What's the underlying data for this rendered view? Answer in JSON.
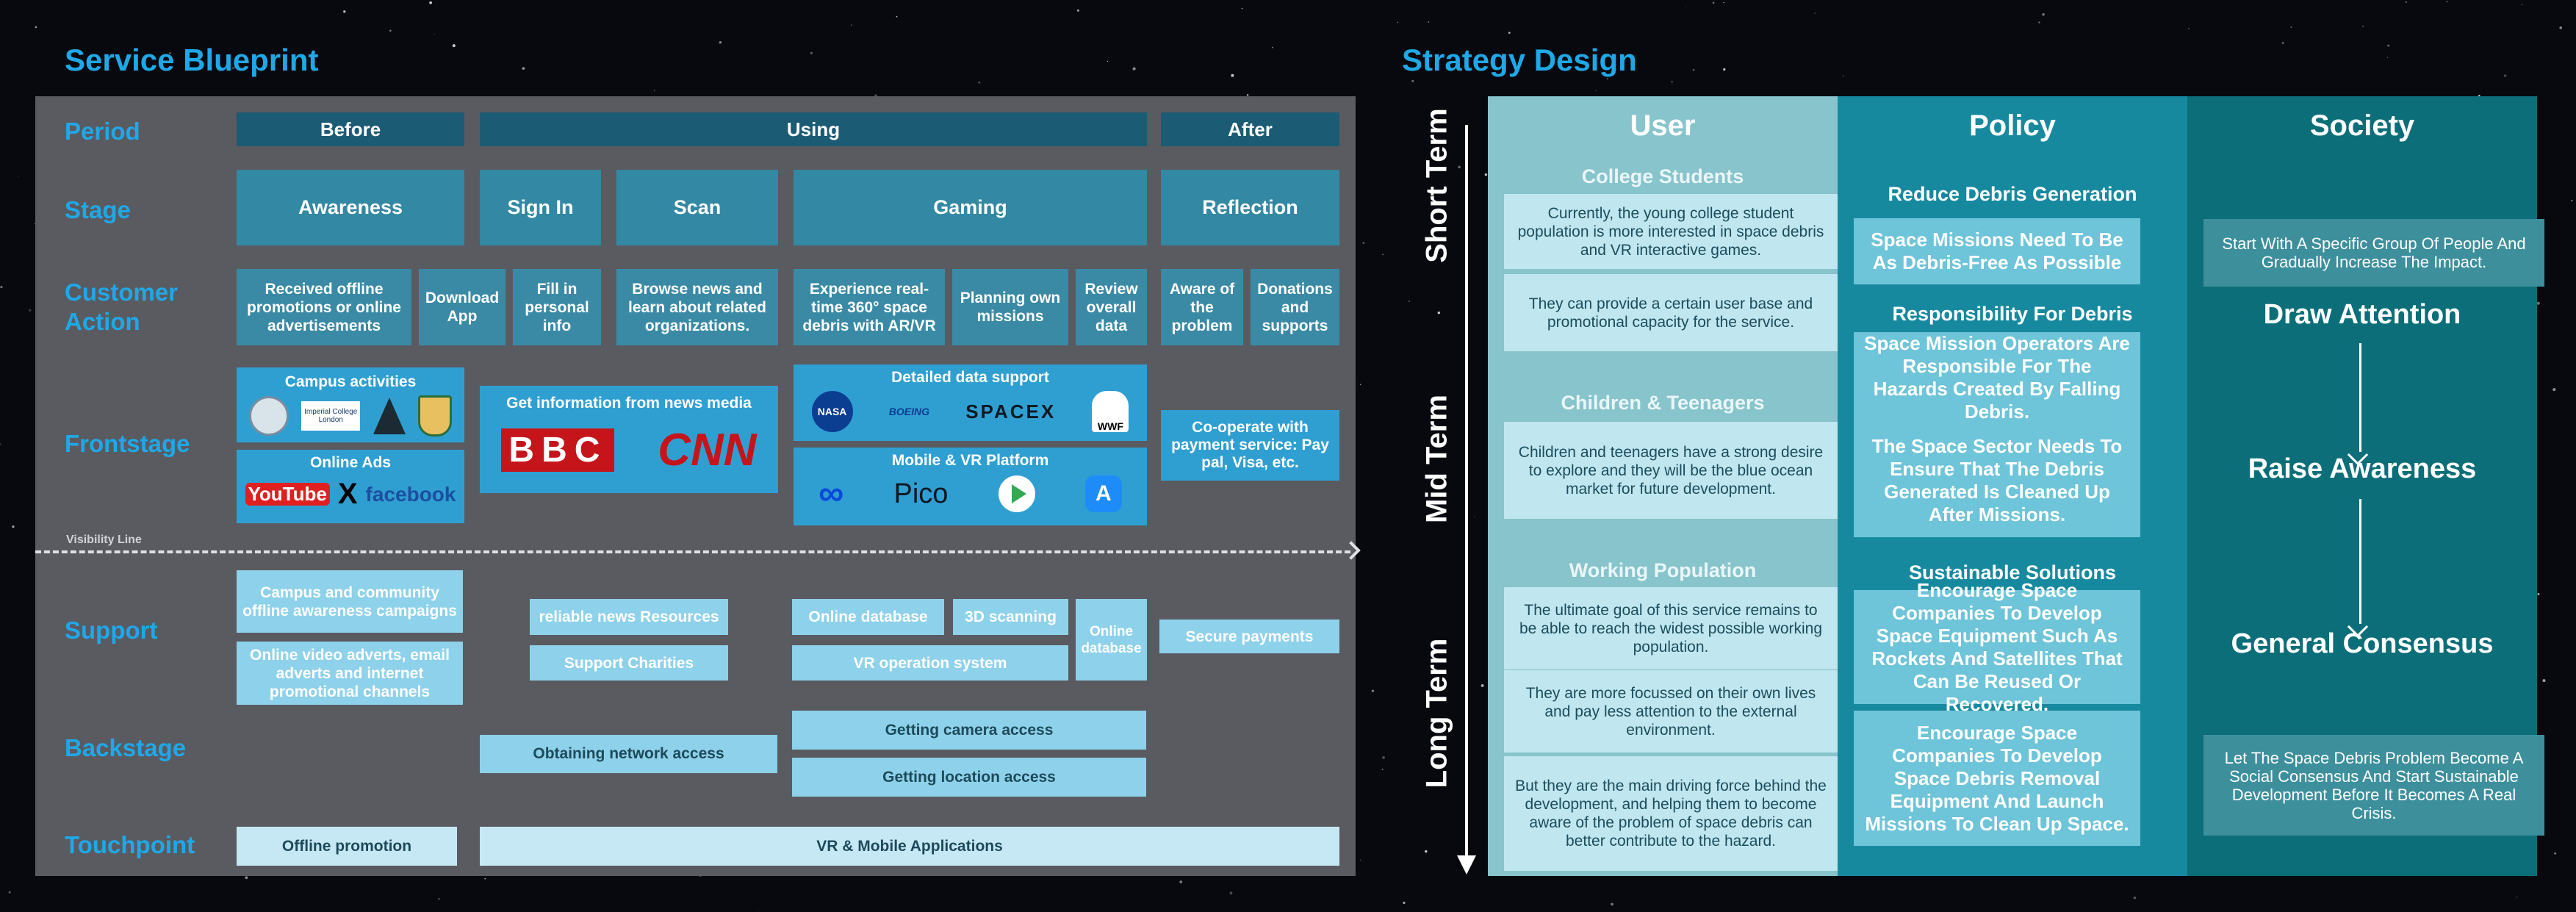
{
  "blueprint": {
    "title": "Service Blueprint",
    "rows": {
      "period": "Period",
      "stage": "Stage",
      "customer_action": "Customer\nAction",
      "frontstage": "Frontstage",
      "support": "Support",
      "backstage": "Backstage",
      "touchpoint": "Touchpoint"
    },
    "periods": [
      "Before",
      "Using",
      "After"
    ],
    "stages": [
      "Awareness",
      "Sign In",
      "Scan",
      "Gaming",
      "Reflection"
    ],
    "actions": [
      "Received offline promotions or online advertisements",
      "Download App",
      "Fill in personal info",
      "Browse news and learn about related organizations.",
      "Experience real-time 360° space debris with AR/VR",
      "Planning own missions",
      "Review overall data",
      "Aware of the problem",
      "Donations and supports"
    ],
    "frontstage": {
      "campus_title": "Campus activities",
      "campus_logo_text": "Imperial College London",
      "ads_title": "Online Ads",
      "ads_logos": [
        "YouTube",
        "X",
        "facebook"
      ],
      "news_title": "Get information from news media",
      "news_logos": [
        "BBC",
        "CNN"
      ],
      "data_title": "Detailed data support",
      "data_logos": [
        "NASA",
        "BOEING",
        "SPACEX",
        "WWF"
      ],
      "platform_title": "Mobile & VR Platform",
      "platform_logos": [
        "Meta",
        "Pico",
        "Google Play",
        "App Store"
      ],
      "payment": "Co-operate with payment service: Pay pal, Visa, etc."
    },
    "visibility_line": "Visibility Line",
    "support": [
      "Campus and community offline awareness campaigns",
      "Online video adverts, email adverts and internet promotional channels",
      "reliable news Resources",
      "Support Charities",
      "Online database",
      "3D scanning",
      "VR operation system",
      "Online database",
      "Secure payments"
    ],
    "backstage": [
      "Obtaining network access",
      "Getting camera access",
      "Getting location access"
    ],
    "touchpoints": [
      "Offline promotion",
      "VR & Mobile Applications"
    ]
  },
  "strategy": {
    "title": "Strategy Design",
    "terms": [
      "Short Term",
      "Mid Term",
      "Long Term"
    ],
    "user": {
      "header": "User",
      "groups": [
        {
          "title": "College Students",
          "cards": [
            "Currently, the young college student population is more interested in space debris and VR interactive games.",
            "They can provide a certain user base and promotional capacity for the service."
          ]
        },
        {
          "title": "Children & Teenagers",
          "cards": [
            "Children and teenagers have a strong desire to explore and they will be the blue ocean market for future development."
          ]
        },
        {
          "title": "Working Population",
          "cards": [
            "The ultimate goal of this service remains to be able to reach the widest possible working population.",
            "They are more focussed on their own lives and pay less attention to the external environment.",
            "But they are the main driving force behind the development, and helping them to become aware of the problem of space debris can better contribute to the hazard."
          ]
        }
      ]
    },
    "policy": {
      "header": "Policy",
      "groups": [
        {
          "title": "Reduce Debris Generation",
          "cards": [
            "Space Missions Need To Be As Debris-Free As Possible"
          ]
        },
        {
          "title": "Responsibility For Debris",
          "cards": [
            "Space Mission Operators Are Responsible For The Hazards Created By Falling Debris.",
            "The Space Sector Needs To Ensure That The Debris Generated Is Cleaned Up After Missions."
          ]
        },
        {
          "title": "Sustainable Solutions",
          "cards": [
            "Encourage Space Companies To Develop Space Equipment Such As Rockets And Satellites That Can Be Reused Or Recovered.",
            "Encourage Space Companies To Develop Space Debris Removal Equipment And Launch Missions To Clean Up Space."
          ]
        }
      ]
    },
    "society": {
      "header": "Society",
      "top_card": "Start With A Specific Group Of People And Gradually Increase The Impact.",
      "steps": [
        "Draw Attention",
        "Raise Awareness",
        "General Consensus"
      ],
      "bottom_card": "Let The Space Debris Problem Become A Social Consensus And Start Sustainable Development Before It Becomes A Real Crisis."
    }
  },
  "colors": {
    "title_blue": "#1fa8e8",
    "user_col": "#87c4cc",
    "policy_col": "#17899f",
    "society_col": "#0c6e78"
  }
}
